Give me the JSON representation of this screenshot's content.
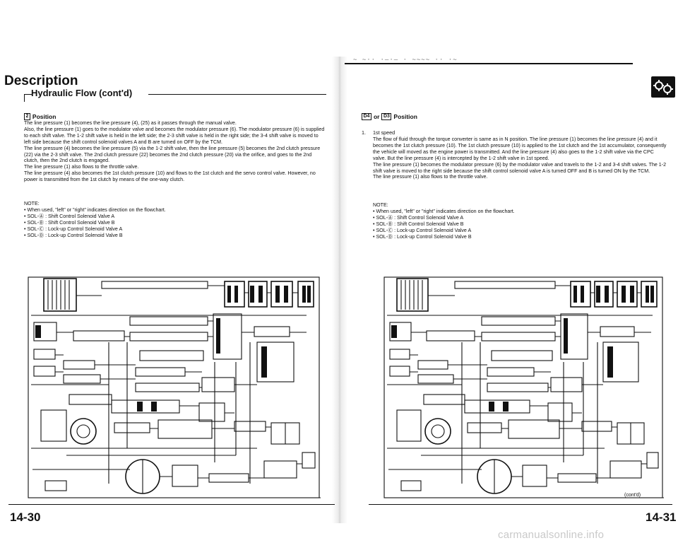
{
  "left_page": {
    "title": "Description",
    "subtitle": "Hydraulic Flow (cont'd)",
    "position_glyph": "2",
    "position_label": "Position",
    "paragraphs": [
      "The line pressure (1) becomes the line pressure (4), (25) as it passes through the manual valve.",
      "Also, the line pressure (1) goes to the modulator valve and becomes the modulator pressure (6). The modulator pressure (6) is supplied to each shift valve. The 1-2 shift valve is held in the left side; the 2-3 shift valve is held in the right side; the 3-4 shift valve is moved to left side because the shift control solenoid valves A and B are turned on OFF by the TCM.",
      "The line pressure (4) becomes the line pressure (5) via the 1-2 shift valve, then the line pressure (5) becomes the 2nd clutch pressure (22) via the 2-3 shift valve. The 2nd clutch pressure (22) becomes the 2nd clutch pressure (20) via the orifice, and goes to the 2nd clutch, then the 2nd clutch is engaged.",
      "The line pressure (1) also flows to the throttle valve.",
      "The line pressure (4) also becomes the 1st clutch pressure (10) and flows to the 1st clutch and the servo control valve. However, no power is transmitted from the 1st clutch by means of the one-way clutch."
    ],
    "note_heading": "NOTE:",
    "notes": [
      "• When used, \"left\" or \"right\" indicates direction on the flowchart.",
      "• SOL-Ⓐ : Shift Control Solenoid Valve A",
      "• SOL-Ⓑ : Shift Control Solenoid Valve B",
      "• SOL-Ⓒ : Lock-up Control Solenoid Valve A",
      "• SOL-Ⓓ : Lock-up Control Solenoid Valve B"
    ],
    "page_number": "14-30"
  },
  "right_page": {
    "position_glyph_1": "D4",
    "or_text": "or",
    "position_glyph_2": "D3",
    "position_label": "Position",
    "item_number": "1.",
    "item_title": "1st speed",
    "paragraphs": [
      "The flow of fluid through the torque converter is same as in N position. The line pressure (1) becomes the line pressure (4) and it becomes the 1st clutch pressure (10). The 1st clutch pressure (10) is applied to the 1st clutch and the 1st accumulator, consequently the vehicle will moved as the engine power is transmitted. And the line pressure (4) also goes to the 1-2 shift valve via the CPC valve. But the line pressure (4) is intercepted by the 1-2 shift valve in 1st speed.",
      "The line pressure (1) becomes the modulator pressure (6) by the modulator valve and travels to the 1-2 and 3-4 shift valves. The 1-2 shift valve is moved to the right side because the shift control solenoid valve A is turned OFF and B is turned ON by the TCM.",
      "The line pressure (1) also flows to the throttle valve."
    ],
    "note_heading": "NOTE:",
    "notes": [
      "• When used, \"left\" or \"right\" indicates direction on the flowchart.",
      "• SOL-Ⓐ : Shift Control Solenoid Valve A",
      "• SOL-Ⓑ : Shift Control Solenoid Valve B",
      "• SOL-Ⓒ : Lock-up Control Solenoid Valve A",
      "• SOL-Ⓓ : Lock-up Control Solenoid Valve B"
    ],
    "continued": "(cont'd)",
    "page_number": "14-31"
  },
  "watermark": "carmanualsonline.info",
  "icons": {
    "section_logo": "transmission-gears-icon"
  },
  "colors": {
    "ink": "#111111",
    "paper": "#ffffff",
    "watermark": "#c9c9c9"
  }
}
